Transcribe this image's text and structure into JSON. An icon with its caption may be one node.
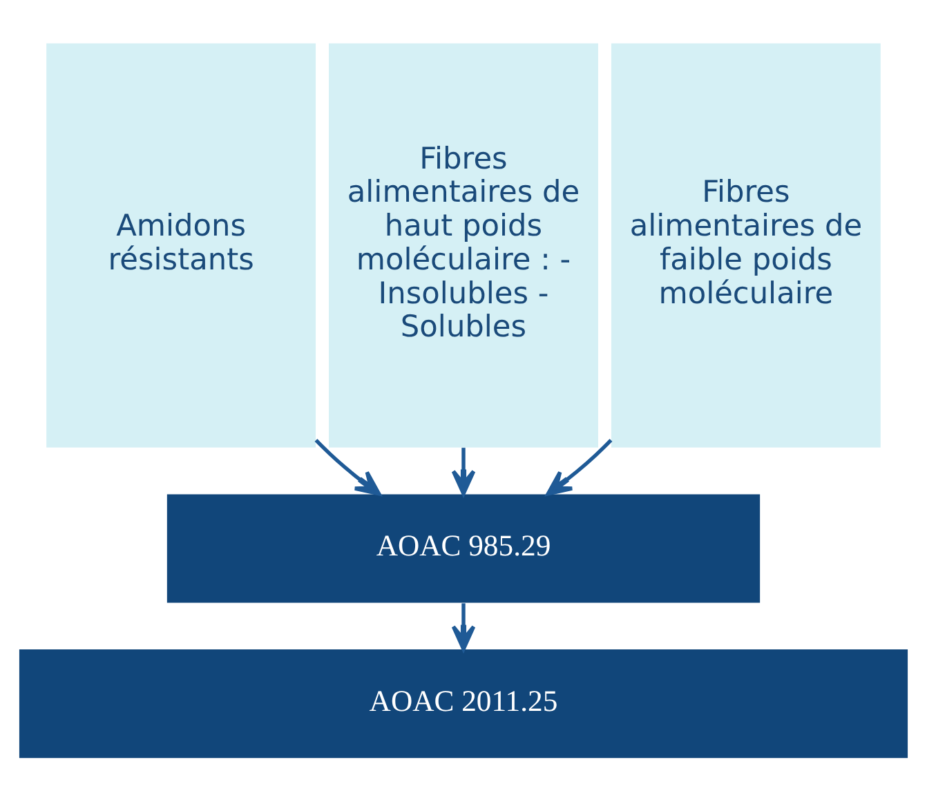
{
  "diagram": {
    "nodes": [
      {
        "text": [
          "Amidons résistants"
        ]
      },
      {
        "text": [
          "Fibres alimentaires de haut poids moléculaire : - Insolubles - Solubles"
        ]
      },
      {
        "text": [
          "Fibres alimentaires de faible poids moléculaire"
        ]
      },
      {
        "text": [
          "AOAC 985.29"
        ]
      },
      {
        "text": [
          "AOAC 2011.25"
        ]
      }
    ],
    "edges": [
      {
        "from": 0,
        "to": 3,
        "arrow": "to"
      },
      {
        "from": 1,
        "to": 3,
        "arrow": "to"
      },
      {
        "from": 2,
        "to": 3,
        "arrow": "to"
      },
      {
        "from": 3,
        "to": 4,
        "arrow": "to"
      }
    ]
  }
}
